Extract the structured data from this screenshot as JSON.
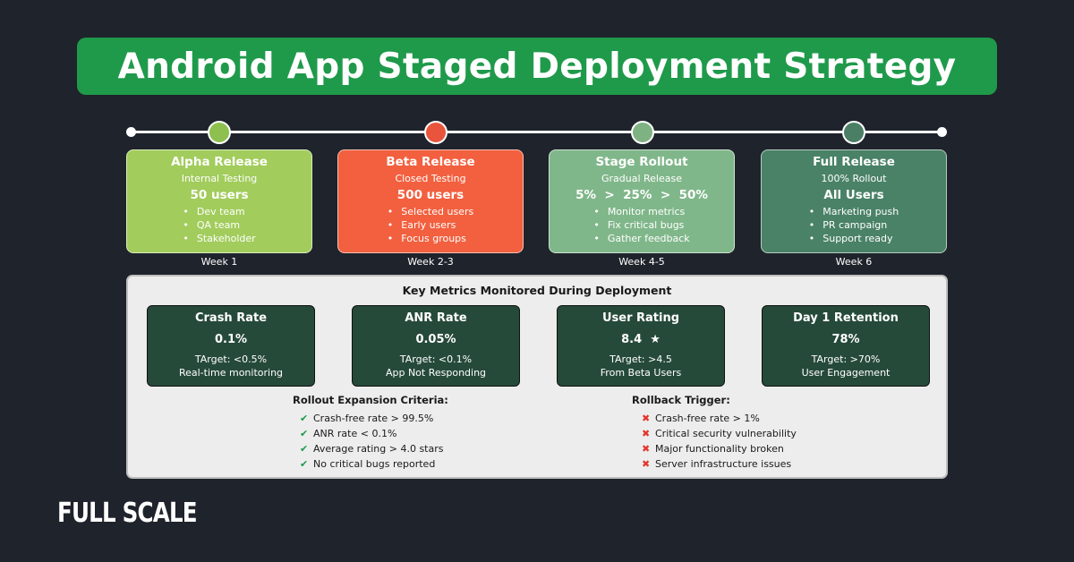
{
  "title": "Android App Staged Deployment Strategy",
  "stages": [
    {
      "title": "Alpha Release",
      "subtitle": "Internal Testing",
      "count": "50 users",
      "items": [
        "Dev team",
        "QA team",
        "Stakeholder"
      ],
      "week": "Week 1",
      "color": "#a2cc5c",
      "dot_color": "#8dc04f"
    },
    {
      "title": "Beta Release",
      "subtitle": "Closed Testing",
      "count": "500 users",
      "items": [
        "Selected users",
        "Early users",
        "Focus groups"
      ],
      "week": "Week 2-3",
      "color": "#f2603f",
      "dot_color": "#e8553c"
    },
    {
      "title": "Stage Rollout",
      "subtitle": "Gradual Release",
      "count": "5%  >  25%  >  50%",
      "items": [
        "Monitor metrics",
        "Fix critical bugs",
        "Gather feedback"
      ],
      "week": "Week 4-5",
      "color": "#80b78a",
      "dot_color": "#7fb283"
    },
    {
      "title": "Full Release",
      "subtitle": "100% Rollout",
      "count": "All Users",
      "items": [
        "Marketing push",
        "PR campaign",
        "Support ready"
      ],
      "week": "Week 6",
      "color": "#4a8267",
      "dot_color": "#4a7f66"
    }
  ],
  "metrics_panel": {
    "title": "Key Metrics Monitored During Deployment",
    "metrics": [
      {
        "title": "Crash Rate",
        "value": "0.1%",
        "target": "TArget: <0.5%",
        "desc": "Real-time monitoring"
      },
      {
        "title": "ANR Rate",
        "value": "0.05%",
        "target": "TArget: <0.1%",
        "desc": "App Not Responding"
      },
      {
        "title": "User Rating",
        "value": "8.4  ★",
        "target": "TArget: >4.5",
        "desc": "From Beta Users"
      },
      {
        "title": "Day 1 Retention",
        "value": "78%",
        "target": "TArget: >70%",
        "desc": "User Engagement"
      }
    ],
    "expansion": {
      "heading": "Rollout Expansion Criteria:",
      "icon": "check-icon",
      "items": [
        "Crash-free rate > 99.5%",
        "ANR rate < 0.1%",
        "Average rating > 4.0 stars",
        "No critical bugs reported"
      ]
    },
    "rollback": {
      "heading": "Rollback Trigger:",
      "icon": "cross-icon",
      "items": [
        "Crash-free rate > 1%",
        "Critical security vulnerability",
        "Major functionality broken",
        "Server infrastructure issues"
      ]
    }
  },
  "brand": "FULL SCALE",
  "colors": {
    "background": "#1f232b",
    "title_bg": "#1f9a4b",
    "metric_bg": "#264a3a",
    "check": "#1f9a4b",
    "cross": "#e2352a"
  }
}
